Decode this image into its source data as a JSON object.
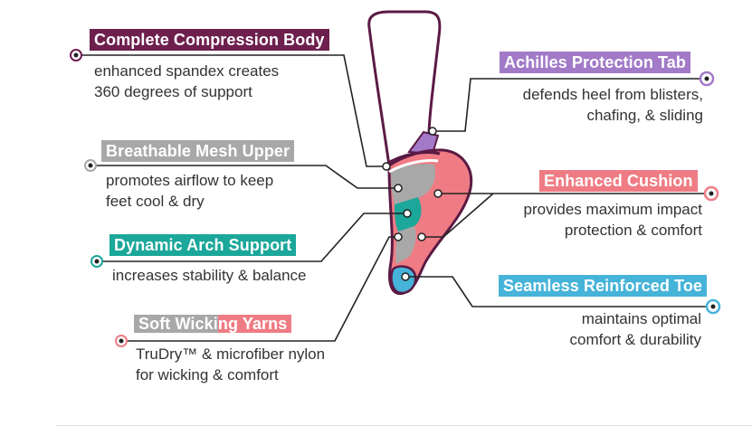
{
  "colors": {
    "compression": "#6d1f4e",
    "achilles": "#a27ac8",
    "mesh": "#a8a8a8",
    "cushion": "#ef7c84",
    "arch": "#1ba79a",
    "toe": "#46b3d9",
    "wicking_gray": "#a8a8a8",
    "wicking_pink": "#ef7c84",
    "outline": "#5b1a45"
  },
  "features": {
    "compression": {
      "title": "Complete Compression Body",
      "lines": [
        "enhanced spandex creates",
        "360 degrees of support"
      ]
    },
    "achilles": {
      "title": "Achilles Protection Tab",
      "lines": [
        "defends heel from blisters,",
        "chafing, & sliding"
      ]
    },
    "mesh": {
      "title": "Breathable Mesh Upper",
      "lines": [
        "promotes airflow to keep",
        "feet cool & dry"
      ]
    },
    "cushion": {
      "title": "Enhanced Cushion",
      "lines": [
        "provides maximum impact",
        "protection & comfort"
      ]
    },
    "arch": {
      "title": "Dynamic Arch Support",
      "lines": [
        "increases stability & balance"
      ]
    },
    "toe": {
      "title": "Seamless Reinforced Toe",
      "lines": [
        "maintains optimal",
        "comfort & durability"
      ]
    },
    "wicking": {
      "title_part1": "Soft Wicki",
      "title_part2": "ng Yarns",
      "lines": [
        "TruDry™ & microfiber nylon",
        "for wicking & comfort"
      ]
    }
  }
}
